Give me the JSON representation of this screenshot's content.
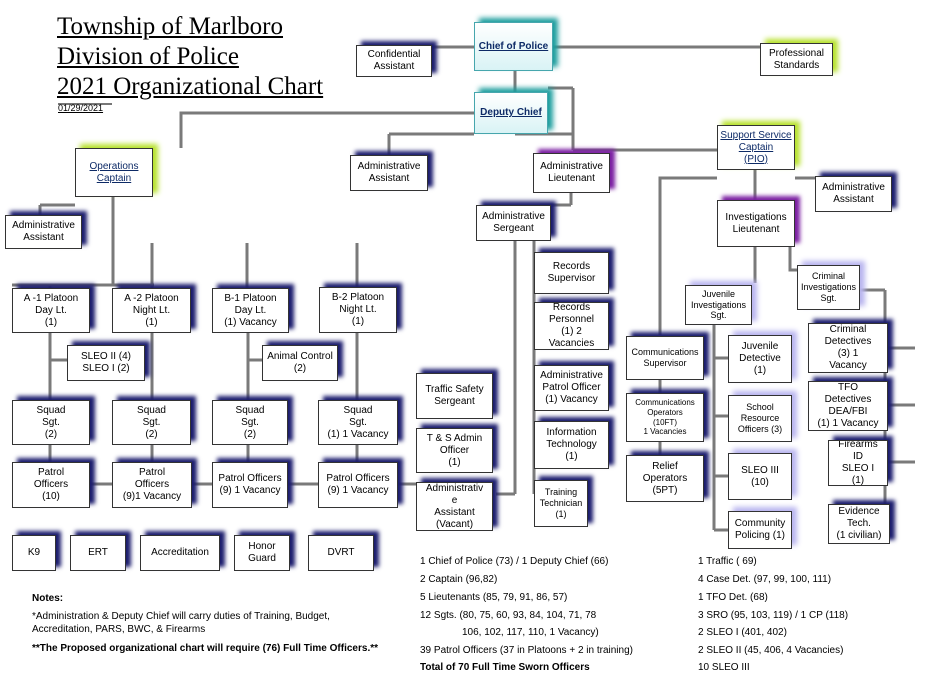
{
  "header": {
    "line1": "Township of Marlboro",
    "line2": "Division of Police",
    "line3": "2021 Organizational Chart",
    "date": "01/29/2021"
  },
  "boxes": {
    "chief": "Chief of Police",
    "confidential_assistant": "Confidential\nAssistant",
    "professional_standards": "Professional\nStandards",
    "deputy_chief": "Deputy Chief",
    "operations_captain": "Operations\nCaptain",
    "ops_admin_assistant": "Administrative\nAssistant",
    "deputy_admin_assistant": "Administrative\nAssistant",
    "admin_lieutenant": "Administrative\nLieutenant",
    "support_captain": "Support Service\nCaptain\n(PIO)",
    "support_admin_assistant": "Administrative\nAssistant",
    "admin_sergeant": "Administrative\nSergeant",
    "investigations_lt": "Investigations\nLieutenant",
    "criminal_inv_sgt": "Criminal\nInvestigations\nSgt.",
    "juvenile_inv_sgt": "Juvenile\nInvestigations\nSgt.",
    "a1_platoon": "A -1  Platoon\nDay Lt.\n(1)",
    "a2_platoon": "A -2 Platoon\nNight Lt.\n(1)",
    "b1_platoon": "B-1 Platoon\nDay Lt.\n(1) Vacancy",
    "b2_platoon": "B-2 Platoon\nNight Lt.\n(1)",
    "sleo": "SLEO II (4)\nSLEO I (2)",
    "animal_control": "Animal Control\n(2)",
    "squad_a1": "Squad\nSgt.\n(2)",
    "squad_a2": "Squad\nSgt.\n(2)",
    "squad_b1": "Squad\nSgt.\n(2)",
    "squad_b2": "Squad\nSgt.\n(1) 1 Vacancy",
    "patrol_a1": "Patrol\nOfficers\n(10)",
    "patrol_a2": "Patrol\nOfficers\n(9)1 Vacancy",
    "patrol_b1": "Patrol Officers\n(9) 1 Vacancy",
    "patrol_b2": "Patrol Officers\n(9) 1 Vacancy",
    "traffic_safety_sgt": "Traffic Safety\nSergeant",
    "ts_admin_officer": "T & S Admin\nOfficer\n(1)",
    "admin_assistant_vacant": "Administrativ\ne\nAssistant\n(Vacant)",
    "records_supervisor": "Records\nSupervisor",
    "records_personnel": "Records\nPersonnel\n(1) 2\nVacancies",
    "admin_patrol_officer": "Administrative\nPatrol Officer\n(1) Vacancy",
    "information_technology": "Information\nTechnology\n(1)",
    "training_technician": "Training\nTechnician\n(1)",
    "communications_supervisor": "Communications\nSupervisor",
    "communications_operators": "Communications\nOperators\n(10FT)\n1 Vacancies",
    "relief_operators": "Relief\nOperators\n(5PT)",
    "juvenile_detective": "Juvenile\nDetective\n(1)",
    "school_resource": "School\nResource\nOfficers  (3)",
    "sleo_iii": "SLEO III\n(10)",
    "community_policing": "Community\nPolicing (1)",
    "criminal_detectives": "Criminal\nDetectives\n(3) 1\nVacancy",
    "tfo_detectives": "TFO\nDetectives\nDEA/FBI\n(1) 1 Vacancy",
    "firearms_id": "Firearms\nID\nSLEO I\n(1)",
    "evidence_tech": "Evidence\nTech.\n(1 civilian)",
    "k9": "K9",
    "ert": "ERT",
    "accreditation": "Accreditation",
    "honor_guard": "Honor\nGuard",
    "dvrt": "DVRT"
  },
  "notes": {
    "heading": "Notes:",
    "line1": "*Administration & Deputy Chief will carry duties of Training, Budget,",
    "line2": "Accreditation, PARS, BWC, & Firearms",
    "line3": "**The Proposed organizational chart will require (76) Full Time Officers.**"
  },
  "stats_left": [
    "1 Chief of Police (73)  / 1 Deputy Chief (66)",
    "2 Captain (96,82)",
    "5 Lieutenants (85, 79, 91, 86, 57)",
    "12 Sgts. (80, 75, 60, 93, 84, 104, 71, 78",
    "106, 102, 117, 110, 1 Vacancy)",
    "39 Patrol Officers (37 in Platoons + 2 in training)",
    "Total of 70  Full Time Sworn Officers"
  ],
  "stats_right": [
    "1 Traffic ( 69)",
    "4 Case Det. (97, 99, 100, 111)",
    "1 TFO Det. (68)",
    "3 SRO (95, 103, 119) / 1 CP (118)",
    "2 SLEO I (401, 402)",
    " 2 SLEO II (45, 406, 4 Vacancies)",
    "10 SLEO III"
  ],
  "colors": {
    "chief_accent": "#46a6ad",
    "green_accent": "#b7e12c",
    "navy_shadow": "#1c1d6e",
    "purple_shadow": "#7b1fa2",
    "connector": "#7a7a7a"
  }
}
